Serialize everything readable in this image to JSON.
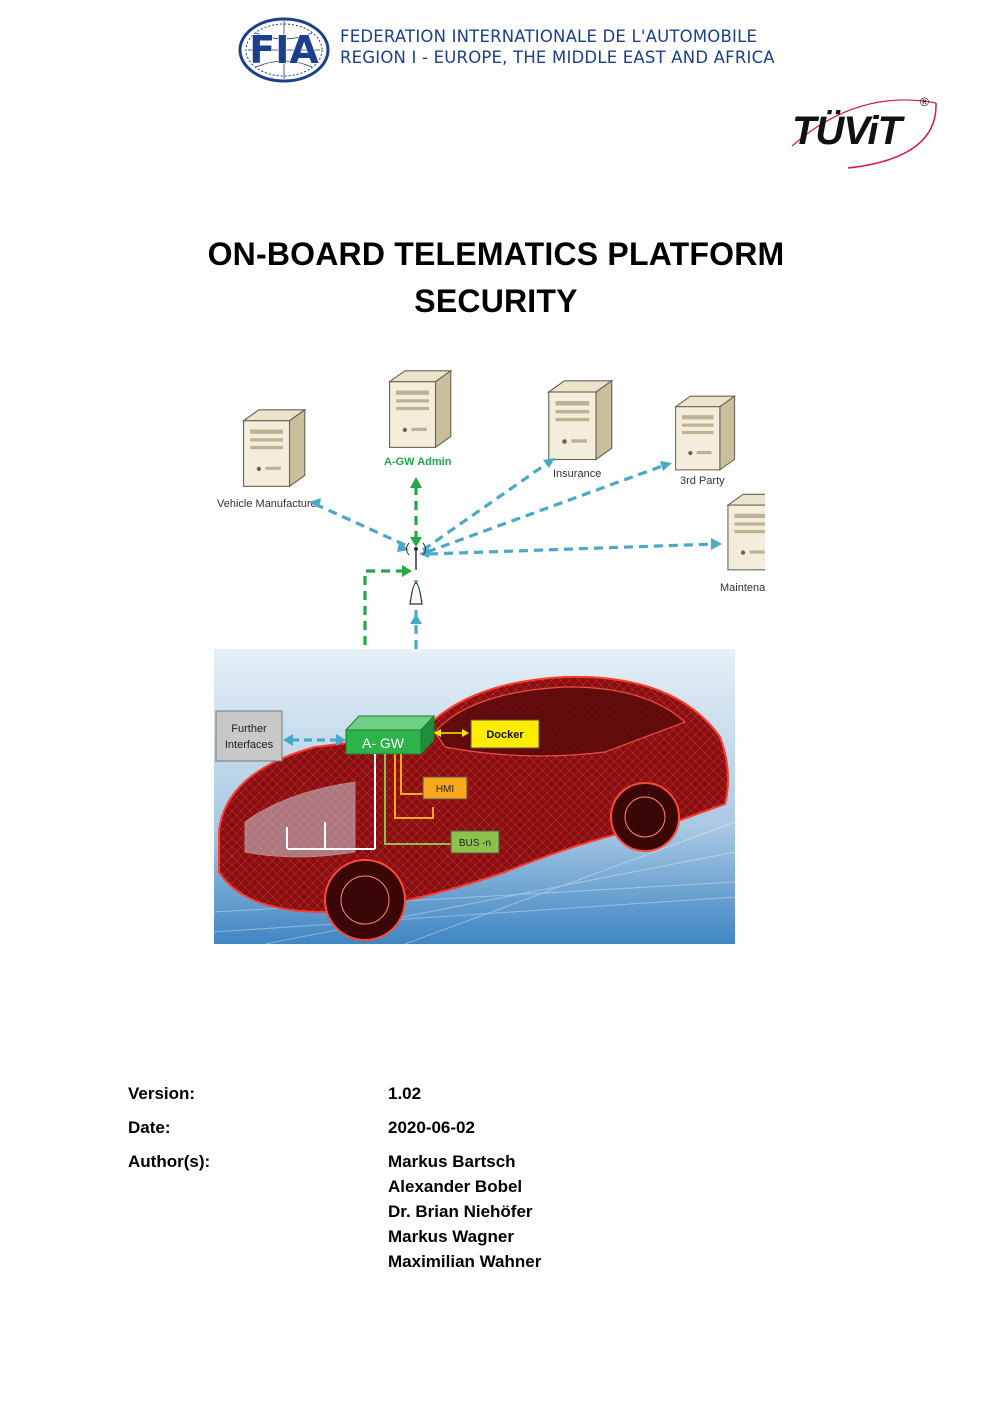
{
  "header": {
    "org_line_1": "FEDERATION INTERNATIONALE DE L'AUTOMOBILE",
    "org_line_2": "REGION I - EUROPE, THE MIDDLE EAST AND AFRICA",
    "fia_logo_text": "FIA",
    "tuvit_logo_text": "TÜViT",
    "registered_mark": "®"
  },
  "title": {
    "line_1": "ON-BOARD TELEMATICS PLATFORM",
    "line_2": "SECURITY"
  },
  "diagram": {
    "servers": {
      "vehicle_manufacturer": "Vehicle Manufacturer",
      "agw_admin": "A-GW Admin",
      "insurance": "Insurance",
      "third_party": "3rd Party",
      "maintenance": "Maintenance"
    },
    "components": {
      "further_interfaces_1": "Further",
      "further_interfaces_2": "Interfaces",
      "agw": "A- GW",
      "docker": "Docker",
      "hmi": "HMI",
      "bus": "BUS -n"
    },
    "colors": {
      "cloud_link": "#4aa8c8",
      "admin_link": "#22a84a",
      "agw_box": "#2db34a",
      "docker_box": "#ffec00",
      "hmi_box": "#f7a81b",
      "bus_box": "#8bc34a",
      "car": "#b3161a"
    }
  },
  "metadata": {
    "version_label": "Version:",
    "version_value": "1.02",
    "date_label": "Date:",
    "date_value": "2020-06-02",
    "authors_label": "Author(s):",
    "authors": [
      "Markus Bartsch",
      "Alexander Bobel",
      "Dr. Brian Niehöfer",
      "Markus Wagner",
      "Maximilian Wahner"
    ]
  }
}
